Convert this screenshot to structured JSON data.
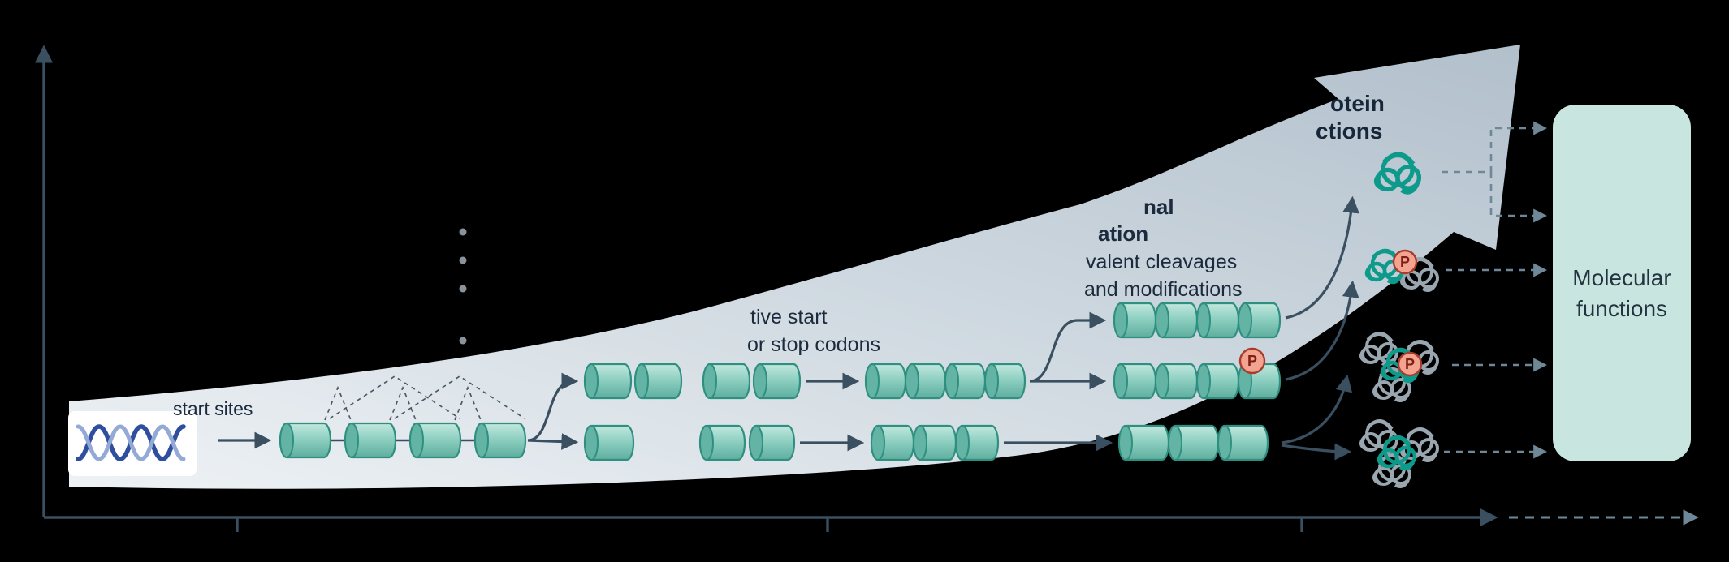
{
  "figure": {
    "labels": {
      "start_sites": "start sites",
      "alt_line1": "tive start",
      "alt_line2": "or stop codons",
      "ptm_line1": "nal",
      "ptm_line2": "ation",
      "ptm_line3": "valent cleavages",
      "ptm_line4": "and modifications",
      "protein_line1": "otein",
      "protein_line2": "ctions",
      "box_line1": "Molecular",
      "box_line2": "functions",
      "phospho": "P"
    },
    "colors": {
      "background": "#000000",
      "band_light": "#eef2f5",
      "band_dark": "#b2c0cc",
      "cylinder_fill": "#8ed0c2",
      "cylinder_stroke": "#2f8f80",
      "axis": "#3a4f60",
      "dashed_link": "#6f8898",
      "text_navy": "#1b2a3d",
      "phospho_fill": "#f2a491",
      "phospho_stroke": "#a93b2c",
      "protein_teal": "#0d9a8b",
      "protein_gray": "#9aa6b0",
      "box_fill": "#c9e5df",
      "dna_blue": "#2f4f9e",
      "dna_light_blue": "#93a9d6"
    }
  }
}
